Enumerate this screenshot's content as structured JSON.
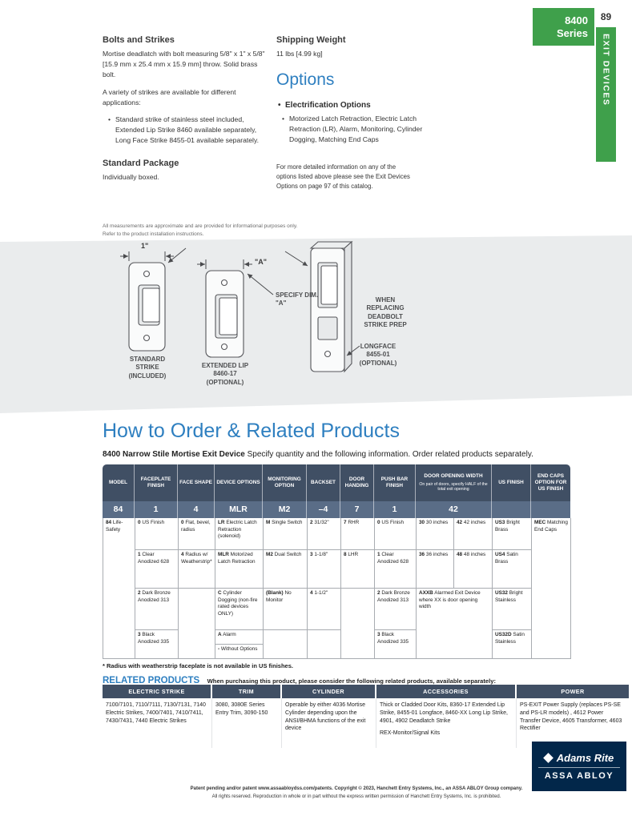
{
  "tab": {
    "series_line1": "8400",
    "series_line2": "Series",
    "page_number": "89",
    "side_label": "EXIT DEVICES"
  },
  "specs": {
    "bolts_heading": "Bolts and Strikes",
    "bolts_text": "Mortise deadlatch with bolt measuring 5/8\" x 1\" x 5/8\" [15.9 mm x 25.4 mm x 15.9 mm] throw. Solid brass bolt.",
    "strikes_text": "A variety of strikes are available for different applications:",
    "strikes_bullet": "Standard strike of stainless steel included, Extended Lip Strike 8460 available separately, Long Face Strike 8455-01 available separately.",
    "package_heading": "Standard Package",
    "package_text": "Individually boxed.",
    "shipping_heading": "Shipping Weight",
    "shipping_text": "11 lbs [4.99 kg]",
    "options_heading": "Options",
    "electrification_title": "Electrification Options",
    "electrification_text": "Motorized Latch Retraction, Electric Latch Retraction (LR), Alarm, Monitoring, Cylinder Dogging, Matching End Caps",
    "options_note": "For more detailed information on any of the options listed above please see the Exit Devices Options on page 97 of this catalog.",
    "disclaimer1": "All measurements are approximate and are provided for informational purposes only.",
    "disclaimer2": "Refer to the product installation instructions."
  },
  "diagram": {
    "dim_one_inch": "1\"",
    "dim_a": "\"A\"",
    "specify_dim": "SPECIFY DIM. \"A\"",
    "when_replacing": "WHEN REPLACING DEADBOLT STRIKE PREP",
    "standard_label": "STANDARD STRIKE (INCLUDED)",
    "extended_label": "EXTENDED LIP 8460-17 (OPTIONAL)",
    "longface_label": "LONGFACE 8455-01 (OPTIONAL)"
  },
  "order": {
    "heading": "How to Order & Related Products",
    "product_bold": "8400 Narrow Stile Mortise Exit Device",
    "product_text": "Specify quantity and the following information. Order related products separately.",
    "footnote": "* Radius with weatherstrip faceplate is not available in US finishes."
  },
  "order_table": {
    "headers": {
      "model": "MODEL",
      "faceplate": "FACEPLATE FINISH",
      "face_shape": "FACE SHAPE",
      "device_options": "DEVICE OPTIONS",
      "monitoring": "MONITORING OPTION",
      "backset": "BACKSET",
      "handing": "DOOR HANDING",
      "push_bar": "PUSH BAR FINISH",
      "dow": "DOOR OPENING WIDTH",
      "dow_note": "On pair of doors, specify HALF of the total exit opening",
      "us_finish": "US FINISH",
      "end_caps": "END CAPS OPTION FOR US FINISH"
    },
    "example": {
      "model": "84",
      "faceplate": "1",
      "face_shape": "4",
      "device_options": "MLR",
      "monitoring": "M2",
      "backset": "–4",
      "handing": "7",
      "push_bar": "1",
      "dow": "42",
      "us_finish": "",
      "end_caps": ""
    },
    "model": {
      "code": "84",
      "desc": "Life-Safety"
    },
    "faceplate": [
      {
        "code": "0",
        "desc": "US Finish"
      },
      {
        "code": "1",
        "desc": "Clear Anodized 628"
      },
      {
        "code": "2",
        "desc": "Dark Bronze Anodized 313"
      },
      {
        "code": "3",
        "desc": "Black Anodized 335"
      }
    ],
    "face_shape": [
      {
        "code": "0",
        "desc": "Flat, bevel, radius"
      },
      {
        "code": "4",
        "desc": "Radius w/ Weatherstrip*"
      }
    ],
    "device_options": [
      {
        "code": "LR",
        "desc": "Electric Latch Retraction (solenoid)"
      },
      {
        "code": "MLR",
        "desc": "Motorized Latch Retraction"
      },
      {
        "code": "C",
        "desc": "Cylinder Dogging (non-fire rated devices ONLY)"
      },
      {
        "code": "A",
        "desc": "Alarm"
      },
      {
        "code": "-",
        "desc": "Without Options"
      }
    ],
    "monitoring": [
      {
        "code": "M",
        "desc": "Single Switch"
      },
      {
        "code": "M2",
        "desc": "Dual Switch"
      },
      {
        "code": "(Blank)",
        "desc": "No Monitor"
      }
    ],
    "backset": [
      {
        "code": "2",
        "desc": "31/32\""
      },
      {
        "code": "3",
        "desc": "1-1/8\""
      },
      {
        "code": "4",
        "desc": "1-1/2\""
      }
    ],
    "handing": [
      {
        "code": "7",
        "desc": "RHR"
      },
      {
        "code": "8",
        "desc": "LHR"
      }
    ],
    "push_bar": [
      {
        "code": "0",
        "desc": "US Finish"
      },
      {
        "code": "1",
        "desc": "Clear Anodized 628"
      },
      {
        "code": "2",
        "desc": "Dark Bronze Anodized 313"
      },
      {
        "code": "3",
        "desc": "Black Anodized 335"
      }
    ],
    "dow_a": [
      {
        "code": "30",
        "desc": "30 inches"
      },
      {
        "code": "36",
        "desc": "36 inches"
      }
    ],
    "dow_b": [
      {
        "code": "42",
        "desc": "42 inches"
      },
      {
        "code": "48",
        "desc": "48 inches"
      }
    ],
    "dow_merged": {
      "code": "AXXB",
      "desc": "Alarmed Exit Device where XX is door opening width"
    },
    "us_finish": [
      {
        "code": "US3",
        "desc": "Bright Brass"
      },
      {
        "code": "US4",
        "desc": "Satin Brass"
      },
      {
        "code": "US32",
        "desc": "Bright Stainless"
      },
      {
        "code": "US32D",
        "desc": "Satin Stainless"
      }
    ],
    "end_caps": {
      "code": "MEC",
      "desc": "Matching End Caps"
    }
  },
  "related": {
    "heading": "RELATED PRODUCTS",
    "intro": "When purchasing this product, please consider the following related products, available separately:",
    "columns": [
      {
        "header": "ELECTRIC STRIKE",
        "text": "7100/7101, 7110/7111, 7130/7131, 7140 Electric Strikes, 7400/7401, 7410/7411, 7430/7431, 7440 Electric Strikes"
      },
      {
        "header": "TRIM",
        "text": "3080, 3080E Series Entry Trim, 3090-150"
      },
      {
        "header": "CYLINDER",
        "text": "Operable by either 4036 Mortise Cylinder depending upon the ANSI/BHMA functions of the exit device"
      },
      {
        "header": "ACCESSORIES",
        "text": "Thick or Cladded Door Kits, 8360-17 Extended Lip Strike, 8455-01 Longface, 8460-XX Long Lip Strike, 4901, 4902 Deadlatch Strike",
        "text2": "REX-Monitor/Signal Kits"
      },
      {
        "header": "POWER",
        "text": "PS-EXIT Power Supply (replaces PS-SE and PS-LR models) , 4612 Power Transfer Device, 4605 Transformer, 4603 Rectifier"
      }
    ]
  },
  "footer": {
    "patent_line": "Patent pending and/or patent www.assaabloydss.com/patents. Copyright © 2023, Hanchett Entry Systems, Inc., an ASSA ABLOY Group company.",
    "rights_line": "All rights reserved. Reproduction in whole or in part without the express written permission of Hanchett Entry Systems, Inc. is prohibited.",
    "brand_name": "Adams Rite",
    "brand_group": "ASSA ABLOY"
  },
  "colors": {
    "accent_green": "#3fa04b",
    "heading_blue": "#2e7fc0",
    "table_header_slate": "#404f64",
    "example_row_slate": "#5a6d87",
    "brand_navy": "#02274a"
  }
}
